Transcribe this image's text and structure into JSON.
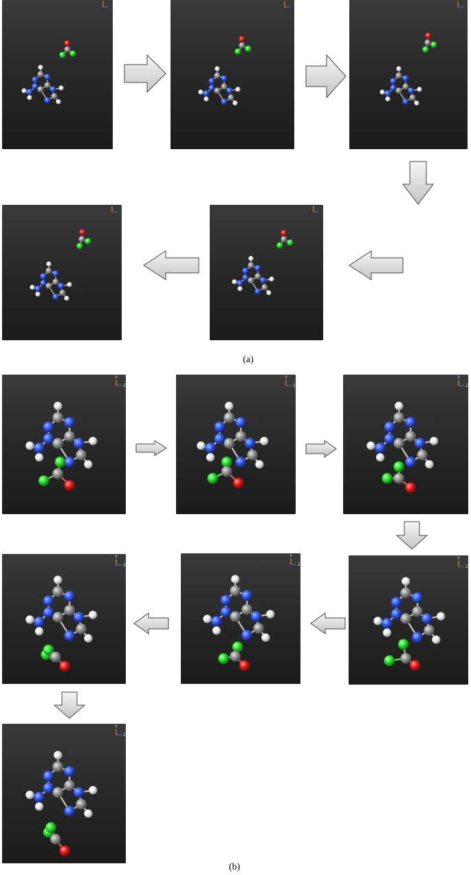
{
  "captions": {
    "a": "(a)",
    "b": "(b)"
  },
  "axis_labels": {
    "vertical": "Y",
    "horizontal": "Z"
  },
  "colors": {
    "nitrogen": "#3a5ff0",
    "carbon": "#9a9a9a",
    "hydrogen": "#f2f2f2",
    "chlorine": "#2fe52f",
    "oxygen": "#e81d1d",
    "panel_background": "#262626",
    "arrow_fill": "#dcdcdc"
  },
  "sequences": [
    {
      "label": "(a)",
      "frames": 5,
      "molecules": [
        "adenine",
        "phosgene"
      ]
    },
    {
      "label": "(b)",
      "frames": 7,
      "molecules": [
        "adenine",
        "phosgene"
      ]
    }
  ]
}
